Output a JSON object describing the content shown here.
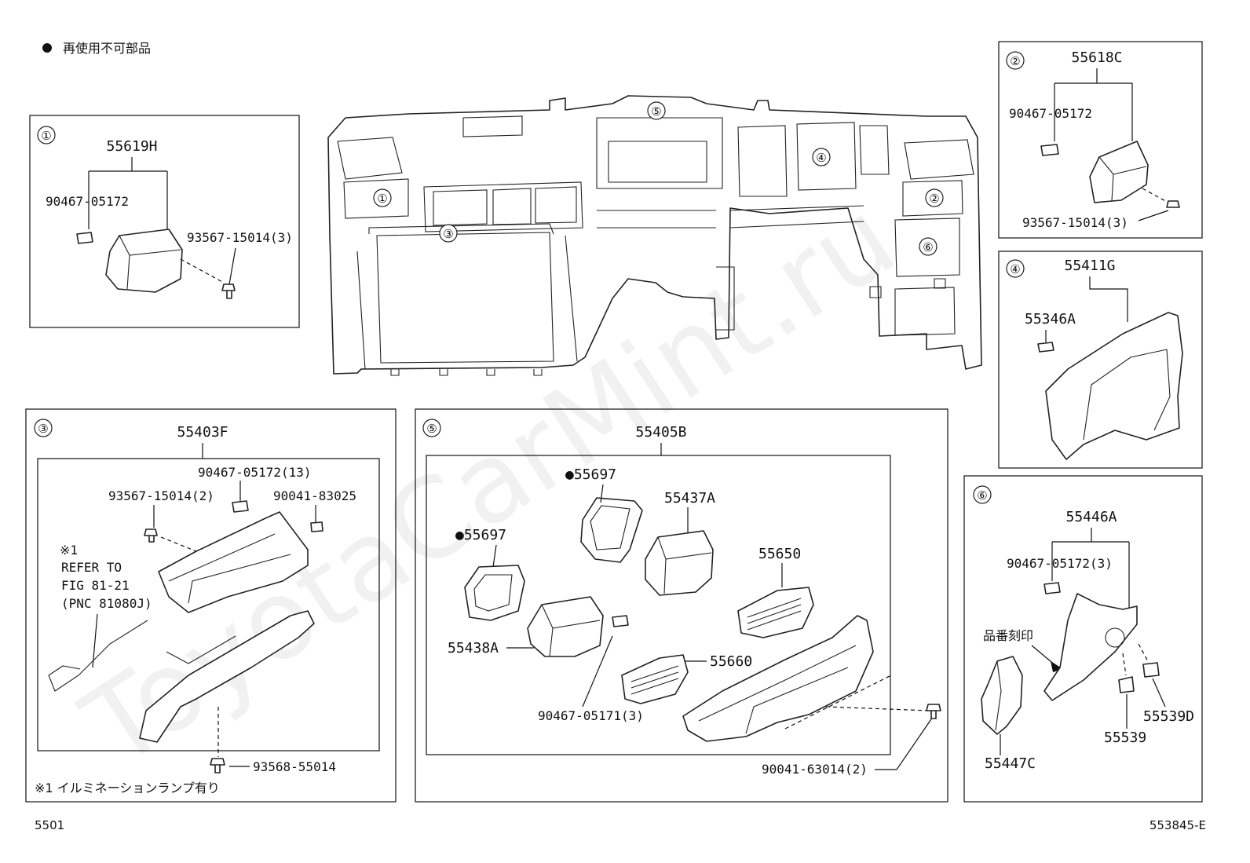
{
  "legend": {
    "symbol": "●",
    "text": "再使用不可部品"
  },
  "watermark": "ToyotaCarMint.ru",
  "footer": {
    "left": "5501",
    "right": "553845-E"
  },
  "callouts": [
    "①",
    "②",
    "③",
    "④",
    "⑤",
    "⑥"
  ],
  "panel1": {
    "circle": "①",
    "main": "55619H",
    "clip": "90467-05172",
    "screw": "93567-15014(3)"
  },
  "panel2": {
    "circle": "②",
    "main": "55618C",
    "clip": "90467-05172",
    "screw": "93567-15014(3)"
  },
  "panel3": {
    "circle": "③",
    "main": "55403F",
    "clip": "90467-05172(13)",
    "screw": "93567-15014(2)",
    "nut": "90041-83025",
    "ref_mark": "※1",
    "ref_lines": [
      "REFER TO",
      "FIG 81-21",
      "(PNC 81080J)"
    ],
    "bottom_screw": "93568-55014",
    "note": "※1 イルミネーションランプ有り"
  },
  "panel4": {
    "circle": "④",
    "main": "55411G",
    "clip": "55346A"
  },
  "panel5": {
    "circle": "⑤",
    "main": "55405B",
    "gasket_a": "●55697",
    "gasket_b": "●55697",
    "duct_r": "55437A",
    "duct_l": "55438A",
    "vent_r": "55650",
    "vent_c": "55660",
    "clip": "90467-05171(3)",
    "screw": "90041-63014(2)"
  },
  "panel6": {
    "circle": "⑥",
    "main": "55446A",
    "clip": "90467-05172(3)",
    "stamp": "品番刻印",
    "cover": "55447C",
    "part_a": "55539",
    "part_b": "55539D"
  }
}
